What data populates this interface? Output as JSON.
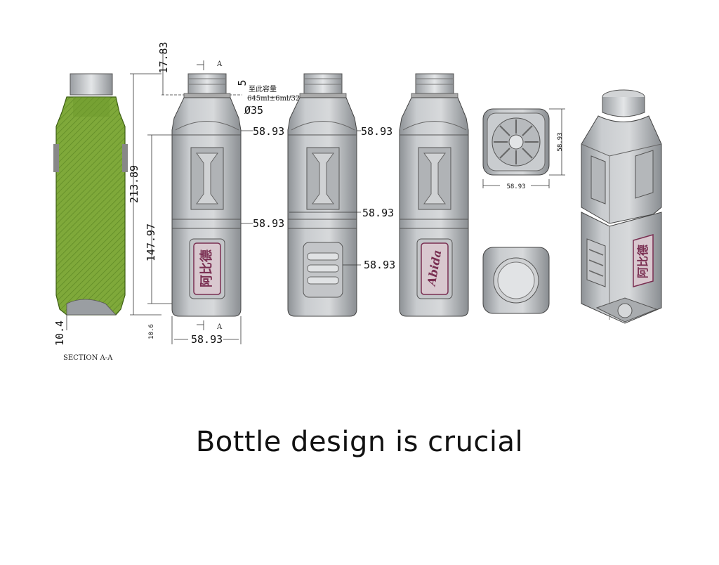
{
  "caption": "Bottle design is crucial",
  "section_label": "SECTION A-A",
  "section_marker": "A",
  "fill_note": {
    "line1": "至此容量",
    "line2": "645ml±6ml/32g"
  },
  "brand": {
    "chinese": "阿比德",
    "latin": "Abida"
  },
  "dims": {
    "neck_height": "17.83",
    "neck_offset": "5",
    "neck_diameter": "Ø35",
    "width": "58.93",
    "total_height": "213.89",
    "body_height": "147.97",
    "base_height": "10.4",
    "base_height_front": "10.6"
  },
  "colors": {
    "section_fill": "#7fa93a",
    "bottle_fill": "#b9bcbf",
    "outline": "#444444",
    "brand": "#7a2f52"
  }
}
